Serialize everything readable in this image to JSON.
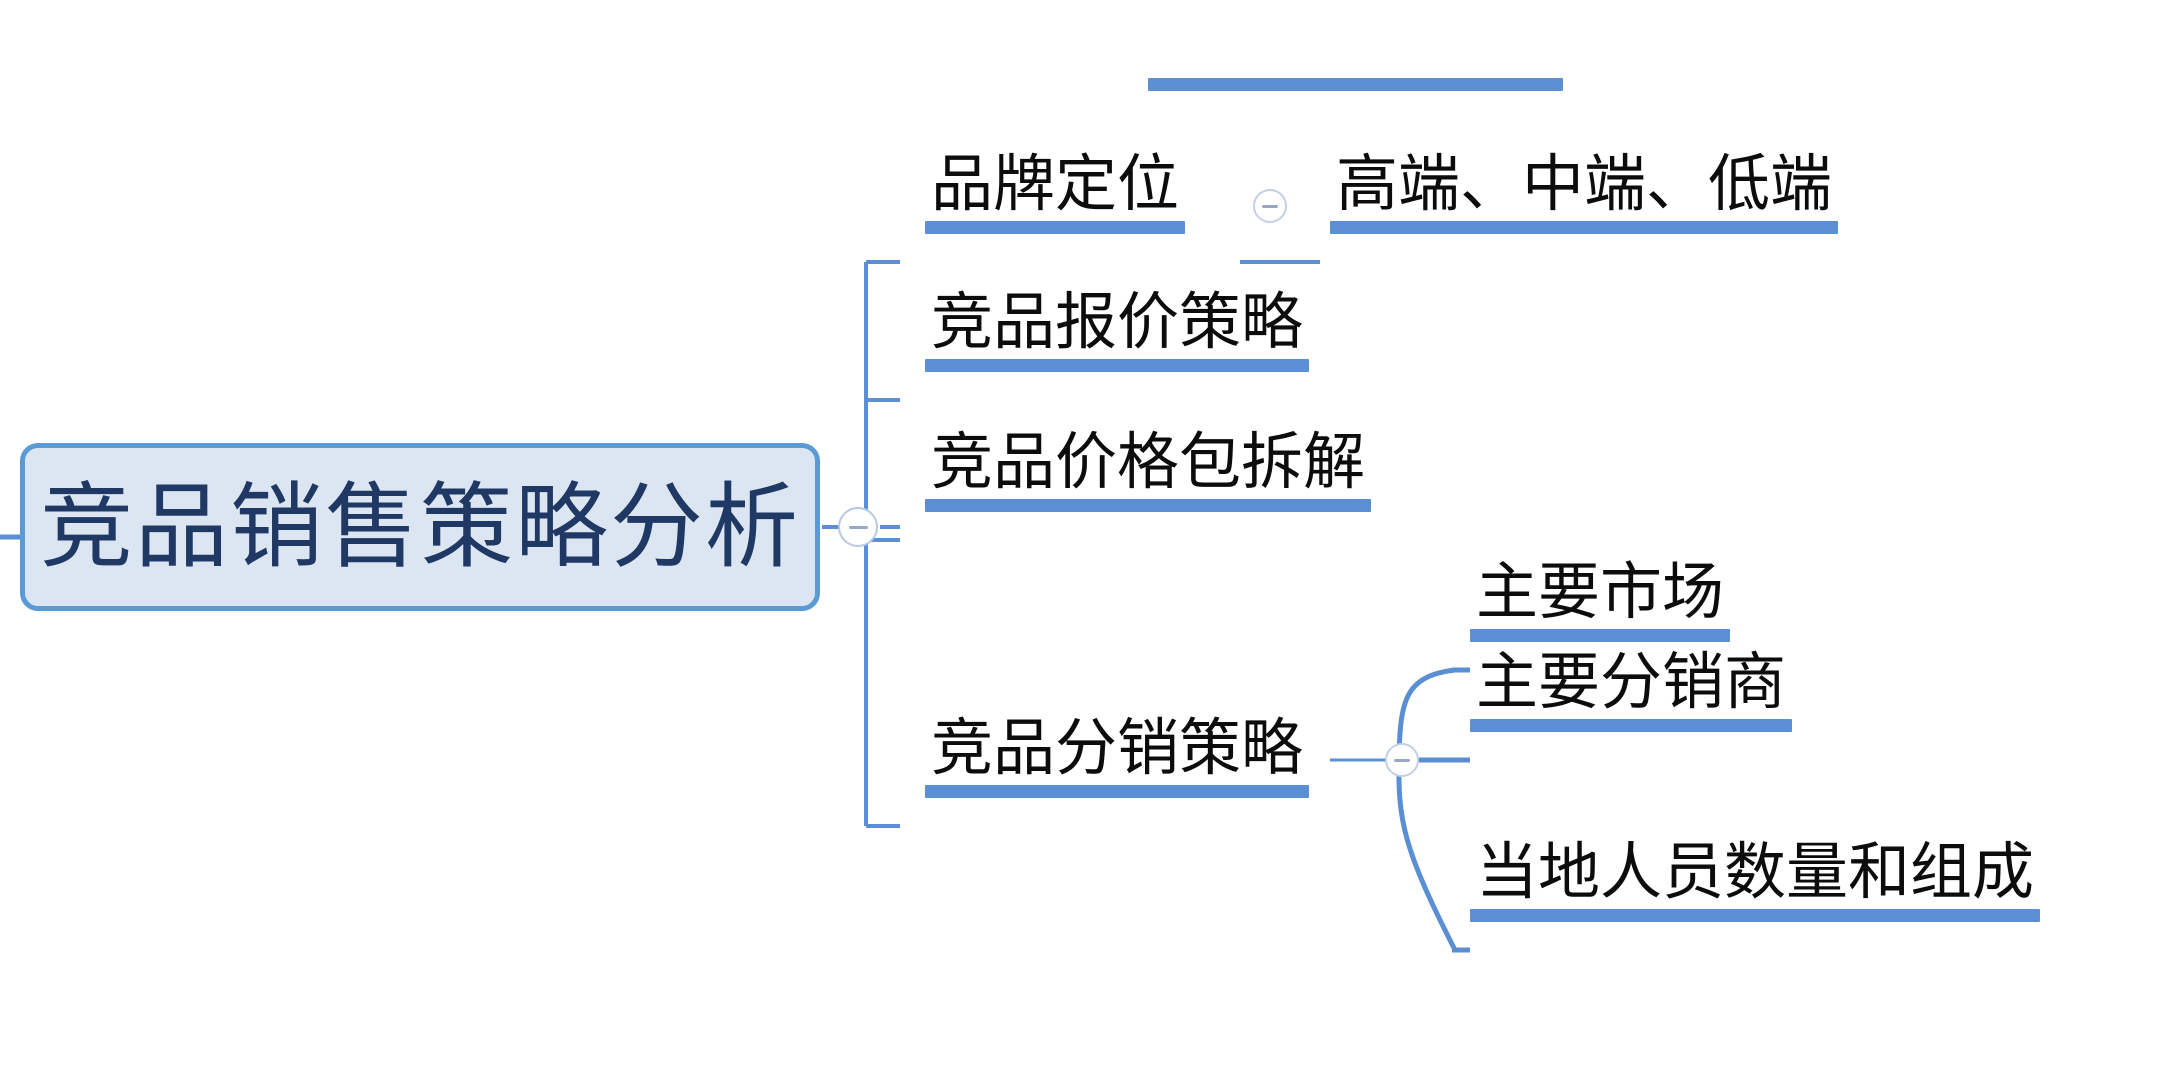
{
  "document": {
    "type": "mind-map",
    "title": "竞品销售策略分析",
    "orientation": "left-to-right"
  },
  "theme": {
    "background": "#ffffff",
    "root_fill": "#dce6f2",
    "root_border": "#5b9bd5",
    "root_text": "#1f3864",
    "branch_bar": "#5b8fd4",
    "branch_text": "#0c0c0c",
    "connector": "#5b8fd4",
    "toggle_ring": "#c3cfe6",
    "toggle_glyph": "#9aa7c2"
  },
  "root": {
    "label": "竞品销售策略分析",
    "toggle": {
      "name": "root-collapse-toggle",
      "state": "expanded",
      "glyph": "minus"
    }
  },
  "branches": [
    {
      "id": "clipped-top",
      "label": "",
      "note": "node clipped above the visible canvas — only its underline bar is shown",
      "underline_only": true
    },
    {
      "id": "brand-positioning",
      "label": "品牌定位",
      "toggle": {
        "name": "brand-positioning-toggle",
        "state": "expanded",
        "glyph": "minus"
      },
      "children": [
        {
          "id": "tiers",
          "label": "高端、中端、低端"
        }
      ]
    },
    {
      "id": "competitor-quote-strategy",
      "label": "竞品报价策略",
      "children": []
    },
    {
      "id": "competitor-price-package-breakdown",
      "label": "竞品价格包拆解",
      "children": []
    },
    {
      "id": "competitor-distribution-strategy",
      "label": "竞品分销策略",
      "toggle": {
        "name": "distribution-strategy-toggle",
        "state": "expanded",
        "glyph": "minus"
      },
      "children": [
        {
          "id": "main-markets",
          "label": "主要市场"
        },
        {
          "id": "main-distributors",
          "label": "主要分销商"
        },
        {
          "id": "local-headcount-composition",
          "label": "当地人员数量和组成"
        }
      ]
    }
  ]
}
